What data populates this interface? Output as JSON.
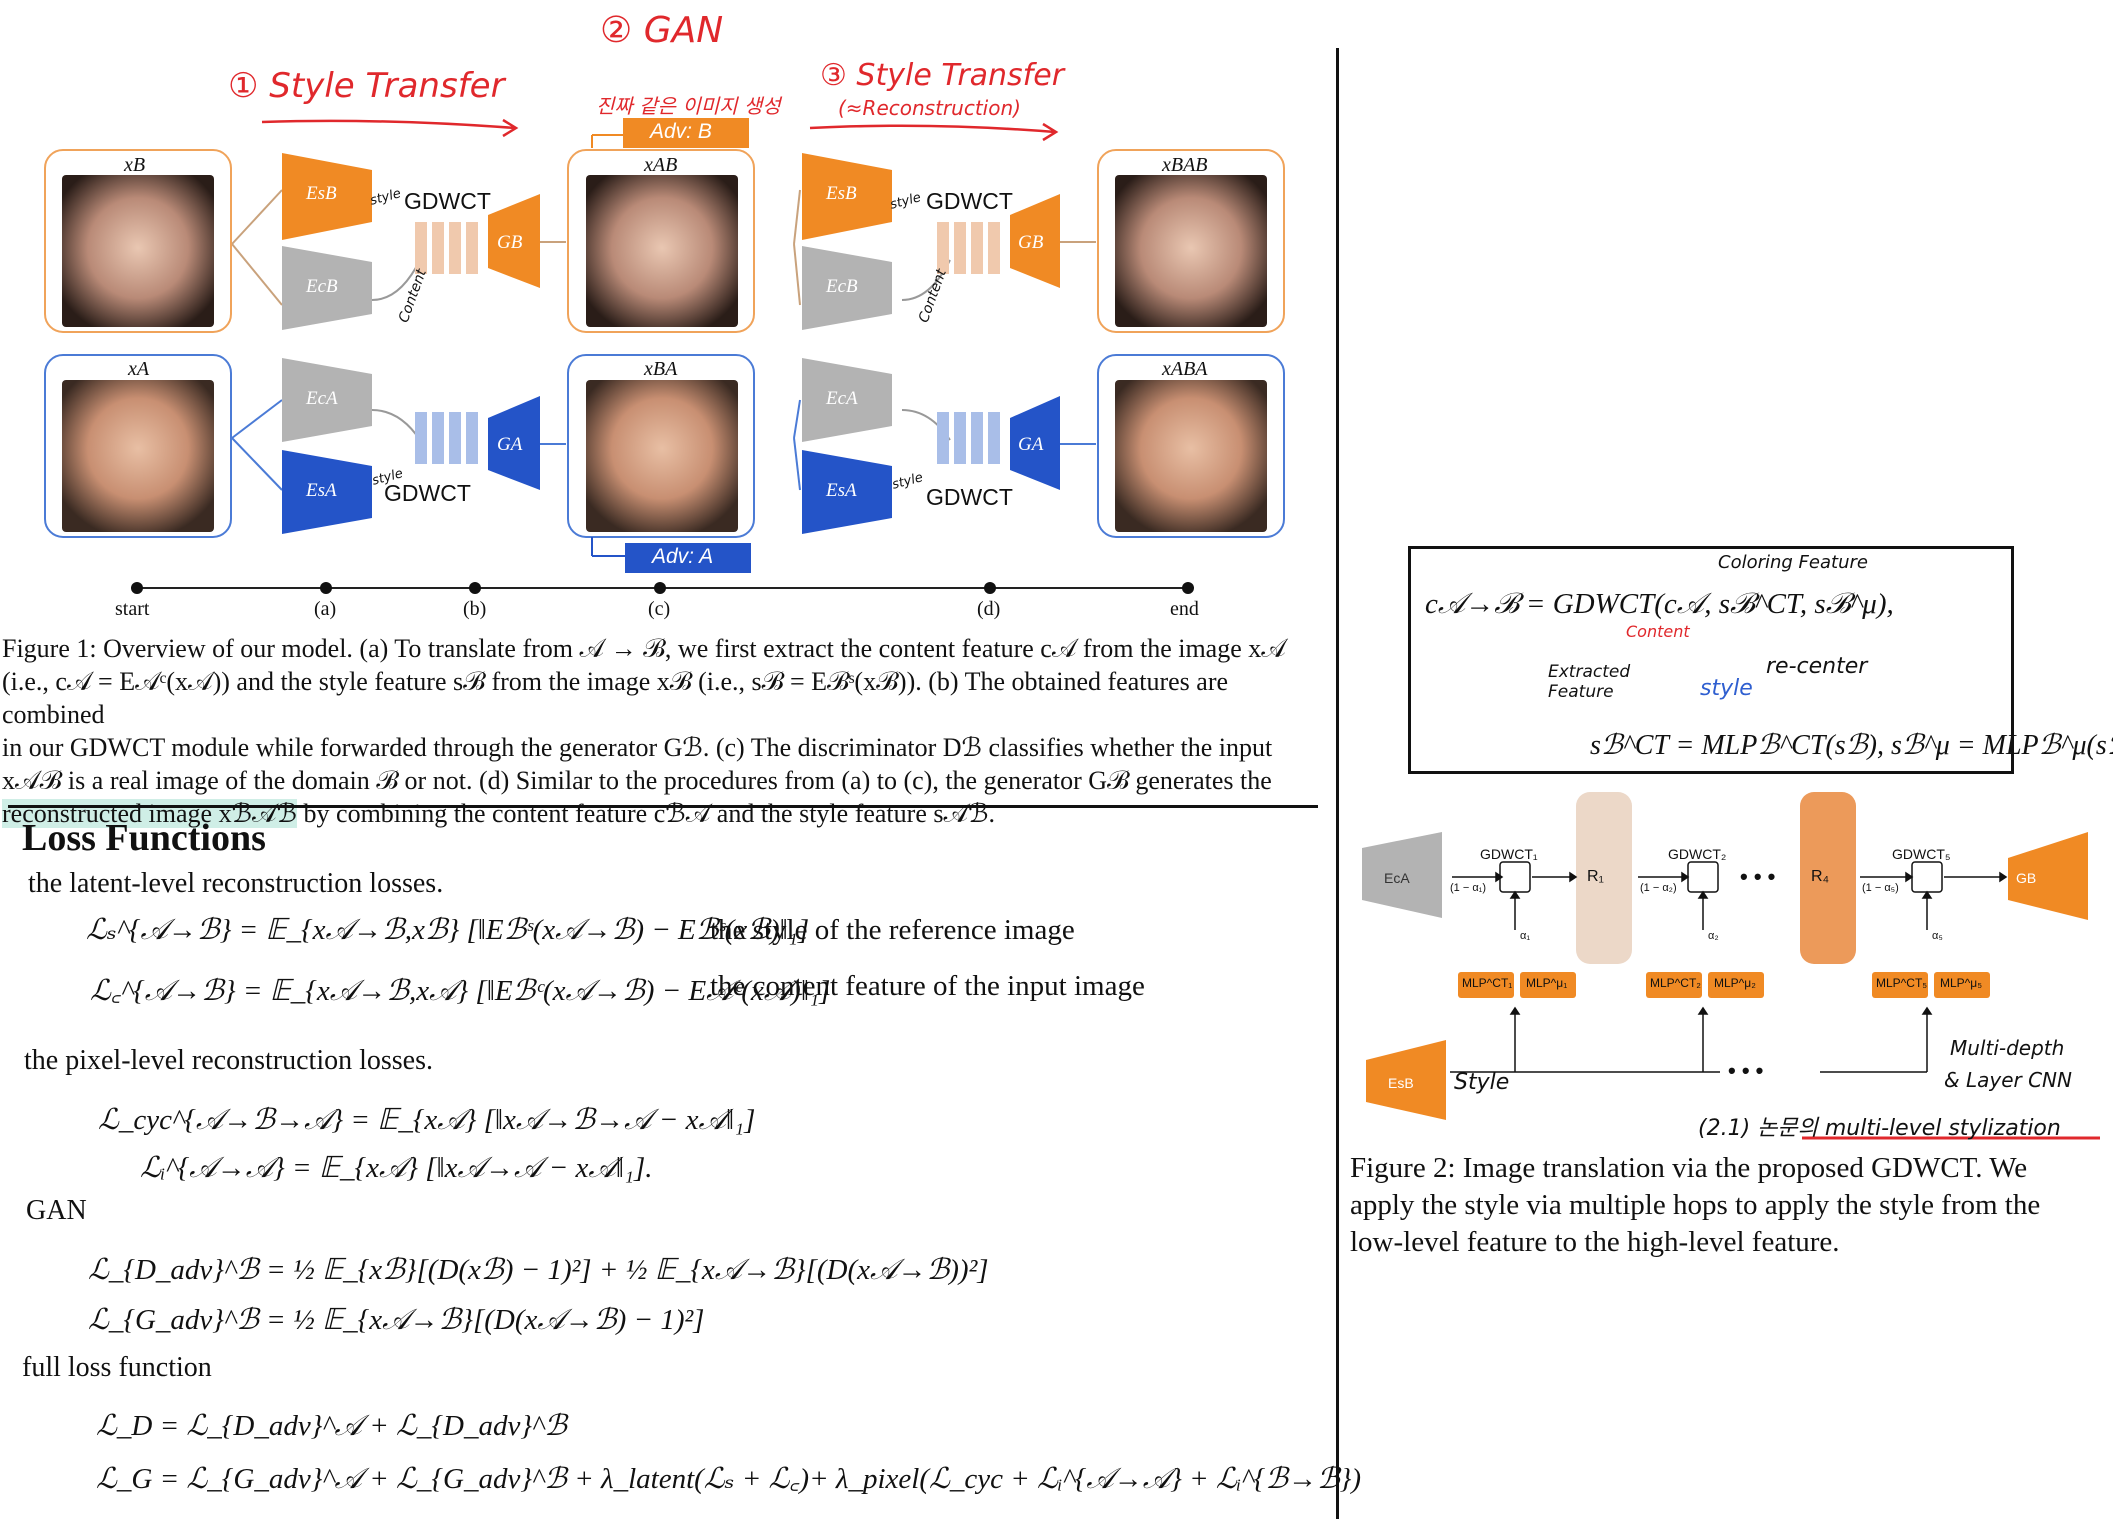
{
  "annotations": {
    "step1": "① Style Transfer",
    "step2": "② GAN",
    "step2_note": "진짜 같은 이미지 생성",
    "step3": "③ Style Transfer",
    "step3_sub": "(≈Reconstruction)"
  },
  "figure1": {
    "adv_b": "Adv: B",
    "adv_a": "Adv: A",
    "img_labels": {
      "xB": "xB",
      "xA": "xA",
      "xAB": "xAB",
      "xBA": "xBA",
      "xBAB": "xBAB",
      "xABA": "xABA"
    },
    "enc": {
      "esb": "EsB",
      "ecb": "EcB",
      "eca": "EcA",
      "esa": "EsA"
    },
    "gen": {
      "gb": "GB",
      "ga": "GA"
    },
    "gdwct": "GDWCT",
    "style_word": "style",
    "content_word": "Content",
    "timeline": [
      "start",
      "(a)",
      "(b)",
      "(c)",
      "(d)",
      "end"
    ],
    "caption_lines": [
      "Figure 1: Overview of our model. (a) To translate from 𝒜 → ℬ, we first extract the content feature c𝒜 from the image x𝒜",
      "(i.e., c𝒜 = E𝒜ᶜ(x𝒜)) and the style feature sℬ from the image xℬ (i.e., sℬ = Eℬˢ(xℬ)). (b) The obtained features are combined",
      "in our GDWCT module while forwarded through the generator Gℬ. (c) The discriminator Dℬ classifies whether the input",
      "x𝒜ℬ is a real image of the domain ℬ or not. (d) Similar to the procedures from (a) to (c), the generator Gℬ generates the",
      "reconstructed image xℬ𝒜ℬ",
      " by combining the content feature cℬ𝒜 and the style feature s𝒜ℬ."
    ]
  },
  "notes": {
    "heading": "Loss Functions",
    "latent_intro": "the latent-level reconstruction losses.",
    "eq_style": "ℒₛ^{𝒜→ℬ} = 𝔼_{x𝒜→ℬ,xℬ} [‖Eℬˢ(x𝒜→ℬ) − Eℬˢ(xℬ)‖₁]",
    "eq_style_note": "the style of the reference image",
    "eq_content": "ℒ꜀^{𝒜→ℬ} = 𝔼_{x𝒜→ℬ,x𝒜} [‖Eℬᶜ(x𝒜→ℬ) − E𝒜ᶜ(x𝒜)‖₁]",
    "eq_content_note": "the content feature of the input image",
    "pixel_intro": "the pixel-level reconstruction losses.",
    "eq_cyc": "ℒ_cyc^{𝒜→ℬ→𝒜} = 𝔼_{x𝒜} [‖x𝒜→ℬ→𝒜 − x𝒜‖₁]",
    "eq_i": "ℒᵢ^{𝒜→𝒜} = 𝔼_{x𝒜} [‖x𝒜→𝒜 − x𝒜‖₁].",
    "gan_label": "GAN",
    "eq_dadv": "ℒ_{D_adv}^ℬ = ½ 𝔼_{xℬ}[(D(xℬ) − 1)²] + ½ 𝔼_{x𝒜→ℬ}[(D(x𝒜→ℬ))²]",
    "eq_gadv": "ℒ_{G_adv}^ℬ = ½ 𝔼_{x𝒜→ℬ}[(D(x𝒜→ℬ) − 1)²]",
    "full_label": "full loss function",
    "eq_ld": "ℒ_D = ℒ_{D_adv}^𝒜 + ℒ_{D_adv}^ℬ",
    "eq_lg": "ℒ_G = ℒ_{G_adv}^𝒜 + ℒ_{G_adv}^ℬ + λ_latent(ℒₛ + ℒ꜀)+ λ_pixel(ℒ_cyc + ℒᵢ^{𝒜→𝒜} + ℒᵢ^{ℬ→ℬ})"
  },
  "formula_box": {
    "main": "c𝒜→ℬ = GDWCT(c𝒜, sℬ^CT, sℬ^μ),",
    "mlp": "sℬ^CT = MLPℬ^CT(sℬ), sℬ^μ = MLPℬ^μ(sℬ)",
    "ann_coloring": "Coloring Feature",
    "ann_content": "Content",
    "ann_extracted": "Extracted Feature",
    "ann_recenter": "re-center",
    "ann_style": "style"
  },
  "figure2": {
    "gdwct_labels": [
      "GDWCT₁",
      "GDWCT₂",
      "GDWCT₅"
    ],
    "alpha_in": [
      "(1 − α₁)",
      "(1 − α₂)",
      "(1 − α₅)"
    ],
    "alphas": [
      "α₁",
      "α₂",
      "α₅"
    ],
    "r_labels": [
      "R₁",
      "R₄"
    ],
    "eca": "EcA",
    "esb": "EsB",
    "gb": "GB",
    "mlp_labels": [
      "MLP^CT₁",
      "MLP^μ₁",
      "MLP^CT₂",
      "MLP^μ₂",
      "MLP^CT₅",
      "MLP^μ₅"
    ],
    "dots": "• • •",
    "style_word": "Style",
    "ann_multi": "Multi-depth",
    "ann_layer": "& Layer CNN",
    "ann_section": "(2.1) 논문의 multi-level stylization",
    "caption_lines": [
      "Figure 2: Image translation via the proposed GDWCT. We",
      "apply the style via multiple hops to apply the style from the",
      "low-level feature to the high-level feature."
    ]
  }
}
